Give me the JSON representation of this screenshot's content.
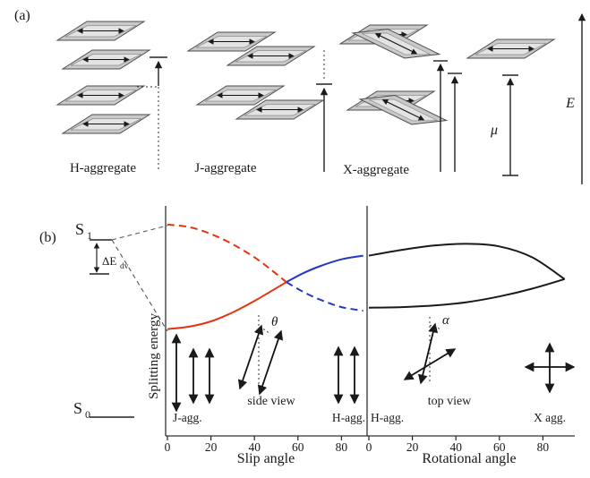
{
  "colors": {
    "j_red": "#e63312",
    "h_blue": "#2338c4",
    "curve_black": "#1a1a1a"
  },
  "panel_a": {
    "label": "(a)",
    "aggregate_labels": [
      "H-aggregate",
      "J-aggregate",
      "X-aggregate"
    ],
    "mu": "μ",
    "E": "E"
  },
  "panel_b": {
    "label": "(b)",
    "s1": {
      "base": "S",
      "sub": "1"
    },
    "s0": {
      "base": "S",
      "sub": "0"
    },
    "delta": {
      "base": "ΔE",
      "sub": "dv"
    },
    "ylabel": "Splitting energy",
    "j_agg": "J-agg.",
    "h_agg_left": "H-agg.",
    "h_agg_right": "H-agg.",
    "x_agg": "X agg.",
    "side_view": "side view",
    "top_view": "top view",
    "theta": "θ",
    "alpha": "α"
  },
  "chart_data": [
    {
      "type": "line",
      "panel": "left",
      "xlabel": "Slip angle",
      "ylabel": "Splitting energy",
      "xlim": [
        0,
        92
      ],
      "xticks": [
        0,
        20,
        40,
        60,
        80
      ],
      "ylim": [
        0,
        1
      ],
      "grid": false,
      "legend": "none",
      "series": [
        {
          "name": "J-aggregate allowed state (solid red)",
          "color": "#e63312",
          "dash": false,
          "points": [
            [
              0,
              0.44
            ],
            [
              10,
              0.452
            ],
            [
              20,
              0.478
            ],
            [
              30,
              0.522
            ],
            [
              40,
              0.578
            ],
            [
              48,
              0.628
            ],
            [
              54.7,
              0.67
            ]
          ]
        },
        {
          "name": "H-aggregate allowed state (solid blue)",
          "color": "#2338c4",
          "dash": false,
          "points": [
            [
              54.7,
              0.67
            ],
            [
              62,
              0.712
            ],
            [
              70,
              0.748
            ],
            [
              80,
              0.782
            ],
            [
              90,
              0.8
            ]
          ]
        },
        {
          "name": "Upper forbidden state (dashed red)",
          "color": "#e63312",
          "dash": true,
          "points": [
            [
              0,
              0.952
            ],
            [
              10,
              0.94
            ],
            [
              20,
              0.906
            ],
            [
              30,
              0.856
            ],
            [
              40,
              0.792
            ],
            [
              48,
              0.728
            ],
            [
              54.7,
              0.67
            ]
          ]
        },
        {
          "name": "Lower forbidden state (dashed blue)",
          "color": "#2338c4",
          "dash": true,
          "points": [
            [
              54.7,
              0.67
            ],
            [
              62,
              0.625
            ],
            [
              70,
              0.585
            ],
            [
              80,
              0.548
            ],
            [
              90,
              0.53
            ]
          ]
        }
      ]
    },
    {
      "type": "line",
      "panel": "right",
      "xlabel": "Rotational angle",
      "ylabel": "",
      "xlim": [
        0,
        92
      ],
      "xticks": [
        0,
        20,
        40,
        60,
        80
      ],
      "ylim": [
        0,
        1
      ],
      "grid": false,
      "legend": "none",
      "series": [
        {
          "name": "Upper exciton state (black)",
          "color": "#1a1a1a",
          "dash": false,
          "points": [
            [
              0,
              0.8
            ],
            [
              15,
              0.828
            ],
            [
              30,
              0.85
            ],
            [
              45,
              0.858
            ],
            [
              60,
              0.845
            ],
            [
              75,
              0.792
            ],
            [
              90,
              0.685
            ]
          ]
        },
        {
          "name": "Lower exciton state (black)",
          "color": "#1a1a1a",
          "dash": false,
          "points": [
            [
              0,
              0.545
            ],
            [
              15,
              0.548
            ],
            [
              30,
              0.556
            ],
            [
              45,
              0.572
            ],
            [
              60,
              0.6
            ],
            [
              75,
              0.638
            ],
            [
              90,
              0.685
            ]
          ]
        }
      ]
    }
  ]
}
